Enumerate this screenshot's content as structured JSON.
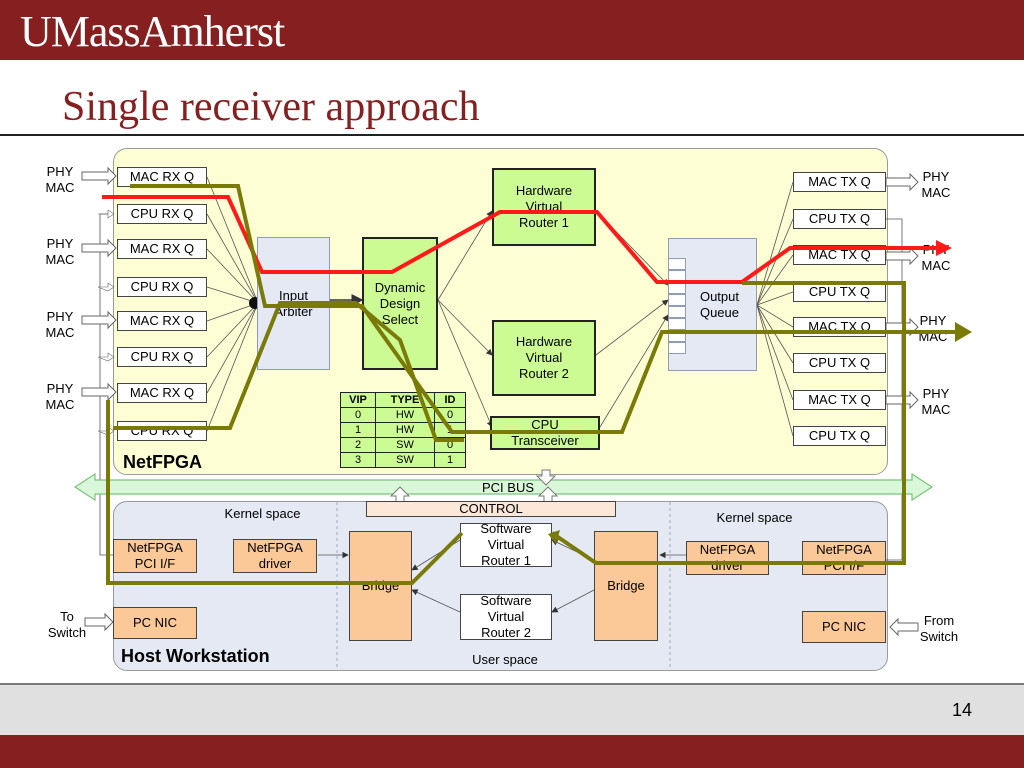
{
  "header": {
    "logo": "UMassAmherst",
    "title": "Single receiver approach"
  },
  "footer": {
    "page_number": "14"
  },
  "netfpga": {
    "label": "NetFPGA",
    "rx_queues": [
      "MAC RX Q",
      "CPU RX Q",
      "MAC RX Q",
      "CPU RX Q",
      "MAC RX Q",
      "CPU RX Q",
      "MAC RX Q",
      "CPU RX Q"
    ],
    "tx_queues": [
      "MAC TX Q",
      "CPU TX Q",
      "MAC TX Q",
      "CPU TX Q",
      "MAC TX Q",
      "CPU TX Q",
      "MAC TX Q",
      "CPU TX Q"
    ],
    "phy_mac_left": [
      "PHY\nMAC",
      "PHY\nMAC",
      "PHY\nMAC",
      "PHY\nMAC"
    ],
    "phy_mac_right": [
      "PHY\nMAC",
      "PHY\nMAC",
      "PHY\nMAC",
      "PHY\nMAC"
    ],
    "input_arbiter": "Input\nArbiter",
    "dds": "Dynamic\nDesign\nSelect",
    "hvr1": "Hardware\nVirtual\nRouter 1",
    "hvr2": "Hardware\nVirtual\nRouter 2",
    "cpu_transceiver": "CPU\nTransceiver",
    "output_queue": "Output\nQueue",
    "vip_table": {
      "headers": [
        "VIP",
        "TYPE",
        "ID"
      ],
      "rows": [
        [
          "0",
          "HW",
          "0"
        ],
        [
          "1",
          "HW",
          "1"
        ],
        [
          "2",
          "SW",
          "0"
        ],
        [
          "3",
          "SW",
          "1"
        ]
      ]
    }
  },
  "bus": {
    "pci_bus": "PCI BUS",
    "control": "CONTROL"
  },
  "host": {
    "label": "Host Workstation",
    "kernel_left": "Kernel space",
    "kernel_right": "Kernel space",
    "user_space": "User space",
    "netfpga_pci_left": "NetFPGA\nPCI I/F",
    "netfpga_driver_left": "NetFPGA\ndriver",
    "bridge_left": "Bridge",
    "svr1": "Software\nVirtual\nRouter 1",
    "svr2": "Software\nVirtual\nRouter 2",
    "bridge_right": "Bridge",
    "netfpga_driver_right": "NetFPGA\ndriver",
    "netfpga_pci_right": "NetFPGA\nPCI I/F",
    "pc_nic_left": "PC NIC",
    "pc_nic_right": "PC NIC",
    "to_switch": "To\nSwitch",
    "from_switch": "From\nSwitch"
  },
  "colors": {
    "brand": "#861f1f",
    "netfpga_bg": "#fefed5",
    "host_bg": "#e4e9f4",
    "green_block": "#cdfb93",
    "peach": "#fbc898",
    "path_red": "#ff1a1a",
    "path_olive": "#7a7a08",
    "bus_green": "#d9f7d9"
  }
}
